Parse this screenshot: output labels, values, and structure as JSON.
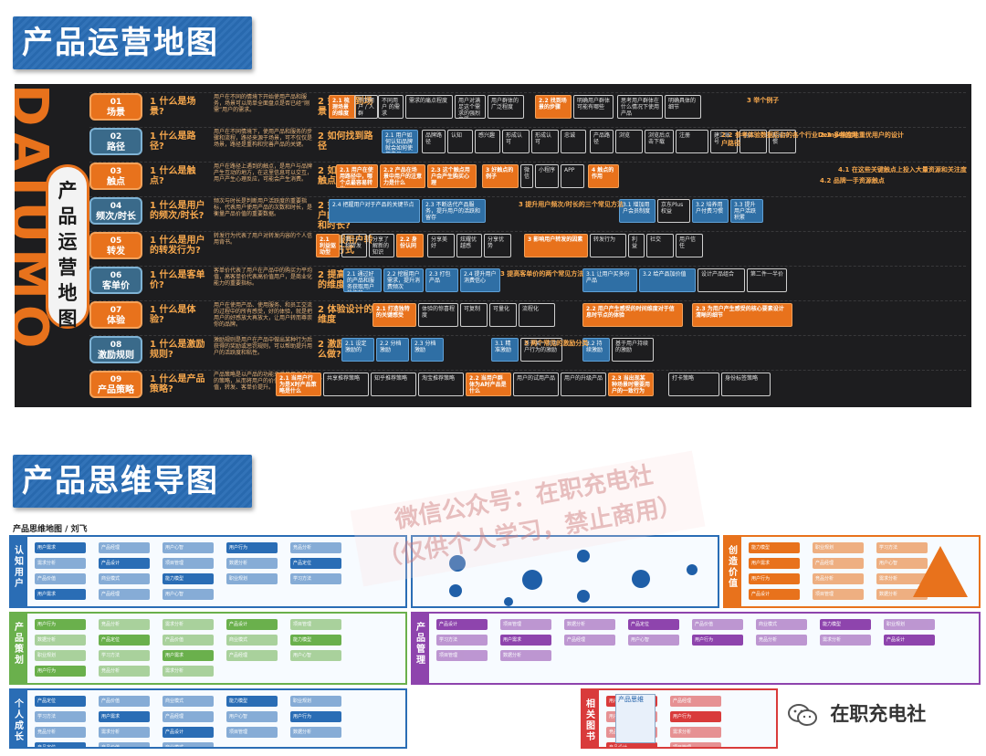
{
  "banners": {
    "top": "产品运营地图",
    "bottom": "产品思维导图"
  },
  "opmap": {
    "watermark": "DAIUMO",
    "vertical_title": [
      "产",
      "品",
      "运",
      "营",
      "地",
      "图"
    ],
    "rows": [
      {
        "num": "01",
        "tag": "场景",
        "q": "1 什么是场景?",
        "desc": "用户在不同的情境下开始使用产品和服务，场景可以简单全面盘点是否已经“刚需”用户的需求。",
        "ans": "2 如何找到场景",
        "chips": [
          "2.1 梳理场景的维度",
          "不同用户 / 人群",
          "不同用户 的需求",
          "需求的痛点程度",
          "用户对满足这个需求的强烈意愿",
          "用户群体的广泛程度",
          "2.2 找到场景的步骤",
          "明确用户群体可能有哪些",
          "思考用户群体在什么情况下使用产品",
          "明确具体的细节"
        ],
        "hl": "3 举个例子"
      },
      {
        "num": "02",
        "tag": "路径",
        "q": "1 什么是路径?",
        "desc": "用户在不同情境下，使用产品和服务的步骤和流程，路径来源于场景，可不仅仅是场景，路径是重构和完善产品的关键。",
        "ans": "2 如何找到路径",
        "chips": [
          "2.1 用户如何认知品牌就会如何使用产品",
          "品牌路径",
          "认知",
          "感兴趣",
          "形成认可",
          "形成认可",
          "忠诚",
          "产品路径",
          "浏览",
          "浏览后点击下载",
          "注册",
          "建立账号",
          "购买",
          "形成习惯"
        ],
        "hl": "2.2 参考体验数据后台的各个行业Demo中的用户路径",
        "hl2": "2.3 多维度地重优用户的设计"
      },
      {
        "num": "03",
        "tag": "触点",
        "q": "1 什么是触点?",
        "desc": "用户在路径上遇到的触点，是用户与品牌产生互动的地方，在这里信息可以交互，用户产生心理反应，可能会产生消费。",
        "ans": "2 如何找到好触点",
        "chips": [
          "2.1 用户在使用路径中，哪个点最容易转化",
          "2.2 产品在场景中用户的注意力是什么",
          "2.3 这个触点用户会产生购买心理",
          "3 好触点的例子",
          "微信",
          "小程序",
          "APP",
          "4 触点的作用"
        ],
        "hl": "4.1 在这些关键触点上投入大量资源和关注度",
        "hl2": "4.2 品牌一手资源触点"
      },
      {
        "num": "04",
        "tag": "频次/时长",
        "q": "1 什么是用户的频次/时长?",
        "desc": "频次与时长是判断用户活跃度的重要指标，代表用户使用产品的次数和时长，是衡量产品价值的重要数据。",
        "ans": "2 如何提升用户的活跃频次和时长?",
        "chips": [
          "2.1 提升利用户的交互频率",
          "2.2 提升利用户的交互质量",
          "2.3 不断迭代产品服务，提升用户的活跃和留存",
          "2.4 把握用户对于产品的关键节点",
          "3.1 增加用户会员制度",
          "京东Plus权益",
          "3.2 培养用户付费习惯",
          "3.3 提升用户活跃积累"
        ],
        "hl": "3 提升用户频次/时长的三个常见方法"
      },
      {
        "num": "05",
        "tag": "转发",
        "q": "1 什么是用户的转发行为?",
        "desc": "转发行为代表了用户对转发内容的个人信用背书。",
        "ans": "2 说服用户转发的方式",
        "chips": [
          "2.1 利益驱动型",
          "第一人称转发",
          "分享了解新的知识",
          "2.2 身份认同",
          "分享美好",
          "炫耀优越感",
          "分享优势",
          "3 影响用户转发的因素",
          "转发行为",
          "利益",
          "社交",
          "用户信任"
        ],
        "hl": ""
      },
      {
        "num": "06",
        "tag": "客单价",
        "q": "1 什么是客单价?",
        "desc": "客单价代表了用户在产品中的购买力平均值，高客单价代表高价值用户，是商业化能力的重要指标。",
        "ans": "2 提高客单价的维度",
        "chips": [
          "2.1 通过好的产品和服务获取用户的信赖",
          "2.2 挖掘用户需求，提升消费频次",
          "2.3 打包产品",
          "2.4 提升用户消费信心",
          "3.1 让用户买多份产品",
          "3.2 给产品加价值",
          "设计产品组合",
          "第二件一半价"
        ],
        "hl": "3 提高客单价的两个常见方法"
      },
      {
        "num": "07",
        "tag": "体验",
        "q": "1 什么是体验?",
        "desc": "用户在使用产品、使用服务、和员工交流的过程中的所有感受，好的体验，就是把用户的好感放大再放大，让用户转而尊崇你的品牌。",
        "ans": "2 体验设计的维度",
        "chips": [
          "2.1 打造独特的关键感受",
          "体验的惊喜程度",
          "可复制",
          "可量化",
          "流程化",
          "2.2 用户产生感受的时间维度对于信息时节点的体验",
          "2.3 为用户产生感受的核心要素设计清晰的细节"
        ],
        "hl": ""
      },
      {
        "num": "08",
        "tag": "激励规则",
        "q": "1 什么是激励规则?",
        "desc": "激励规则是用户在产品中做出某种行为后获得的奖励或惩罚规则，可以帮助提升用户的活跃度和粘性。",
        "ans": "2 激励规则怎么做?",
        "chips": [
          "2.1 设定激励的",
          "2.2 分档激励",
          "2.3 分档激励",
          "3.1 精准激励",
          "基于某一次用户行为的激励",
          "3.2 持续激励",
          "基于用户持续的激励"
        ],
        "hl": "3 两个常见的激励分类"
      },
      {
        "num": "09",
        "tag": "产品策略",
        "q": "1 什么是产品策略?",
        "desc": "产品策略是以产品的功能来满足用户目标的策略，从而将用户的价值转化为产品价值，转发、客单价提升。",
        "ans": "2 常见策略",
        "chips": [
          "2.1 当用户行为是X时产品策略是什么",
          "共享推荐策略",
          "知乎推荐策略",
          "淘宝推荐策略",
          "2.2 当用户群体为A时产品是什么",
          "用户的试用产品",
          "用户的升级产品",
          "2.3 当出现某种场景时需要用户的一致行为",
          "打卡策略",
          "身份标签策略"
        ],
        "hl": ""
      }
    ]
  },
  "watermark_diagonal": [
    "微信公众号：在职充电社",
    "（仅供个人学习，禁止商用）"
  ],
  "mindmap": {
    "title": "产品思维地图 / 刘飞",
    "panels": [
      {
        "label": "认知用户",
        "color": "#2a6db5"
      },
      {
        "label": "产品策划",
        "color": "#6ab04c"
      },
      {
        "label": "产品管理",
        "color": "#8e44ad"
      },
      {
        "label": "个人成长",
        "color": "#2a6db5"
      },
      {
        "label": "创造价值",
        "color": "#e8721c"
      },
      {
        "label": "相关图书",
        "color": "#d93b3b"
      }
    ],
    "nodes": [
      "用户需求",
      "产品经理",
      "用户心智",
      "用户行为",
      "竞品分析",
      "需求分析",
      "产品设计",
      "项目管理",
      "数据分析",
      "产品定位",
      "产品价值",
      "商业模式",
      "能力模型",
      "职业规划",
      "学习方法"
    ],
    "book_cover": "产品思维"
  },
  "wechat": {
    "label": "在职充电社"
  },
  "colors": {
    "orange": "#e8721c",
    "blue": "#2a6db5",
    "dark": "#1d1d1f"
  }
}
